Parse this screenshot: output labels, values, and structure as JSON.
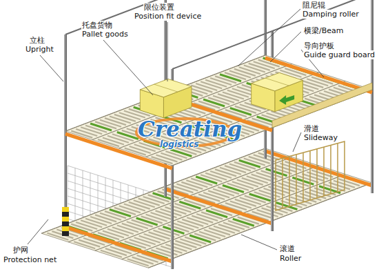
{
  "diagram": {
    "labels": [
      "托盘货物",
      "Pallet goods",
      "限位装置",
      "Position fit device",
      "阻尼辊",
      "Damping roller",
      "立柱",
      "Upright",
      "横梁/Beam",
      "导向护板",
      "Guide guard board",
      "滑道",
      "Slideway",
      "护网",
      "Protection net",
      "滚道",
      "Roller",
      "Creating",
      "logistics"
    ]
  }
}
